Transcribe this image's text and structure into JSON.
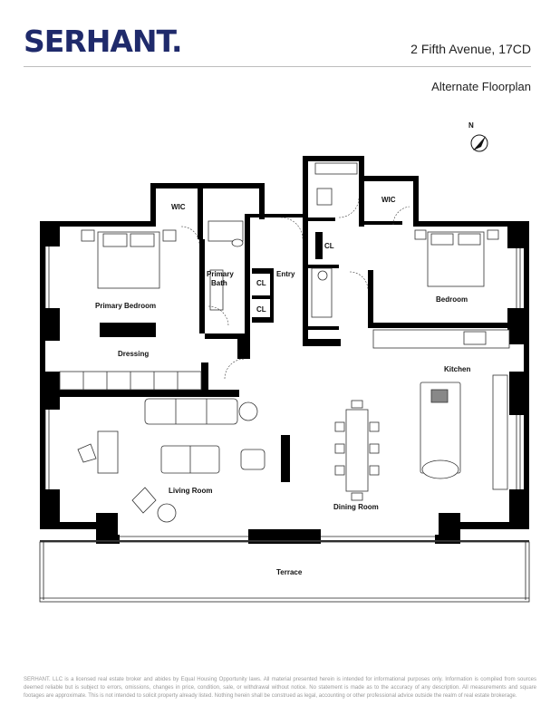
{
  "brand": {
    "logo_text": "SERHANT."
  },
  "header": {
    "address": "2 Fifth Avenue, 17CD",
    "subtitle": "Alternate Floorplan"
  },
  "compass": {
    "label": "N",
    "icon": "north-arrow-icon"
  },
  "rooms": {
    "wic_left": "WIC",
    "wic_right": "WIC",
    "primary_bedroom": "Primary Bedroom",
    "primary_bath_line1": "Primary",
    "primary_bath_line2": "Bath",
    "closet_1": "CL",
    "closet_2": "CL",
    "closet_3": "CL",
    "entry": "Entry",
    "bedroom": "Bedroom",
    "dressing": "Dressing",
    "kitchen": "Kitchen",
    "living_room": "Living Room",
    "dining_room": "Dining Room",
    "terrace": "Terrace"
  },
  "colors": {
    "wall": "#000000",
    "brand": "#1f2a6b",
    "fixture": "#555555"
  },
  "disclaimer": "SERHANT. LLC is a licensed real estate broker and abides by Equal Housing Opportunity laws. All material presented herein is intended for informational purposes only. Information is compiled from sources deemed reliable but is subject to errors, omissions, changes in price, condition, sale, or withdrawal without notice. No statement is made as to the accuracy of any description. All measurements and square footages are approximate. This is not intended to solicit property already listed. Nothing herein shall be construed as legal, accounting or other professional advice outside the realm of real estate brokerage."
}
